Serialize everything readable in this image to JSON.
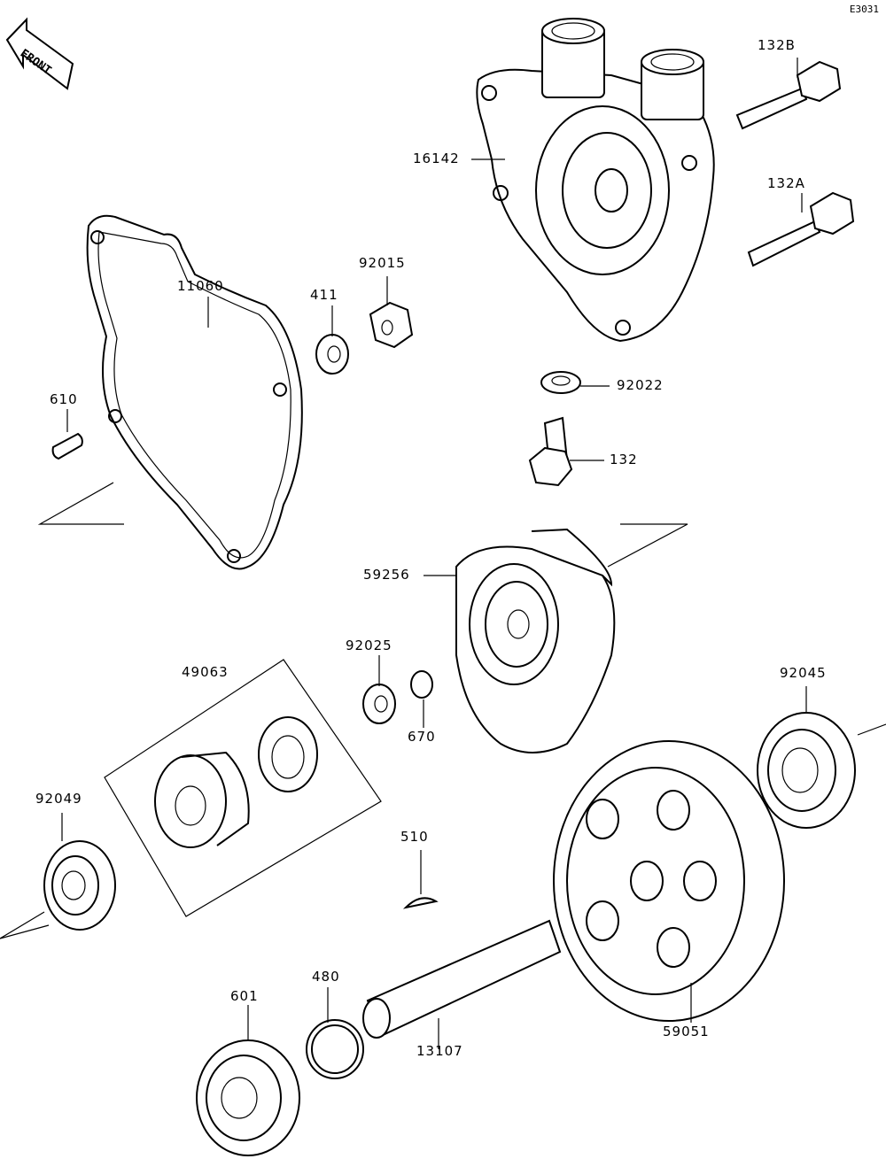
{
  "diagram": {
    "code": "E3031",
    "front_label": "FRONT",
    "parts": [
      {
        "id": "132B",
        "label": "132B"
      },
      {
        "id": "16142",
        "label": "16142"
      },
      {
        "id": "132A",
        "label": "132A"
      },
      {
        "id": "92015",
        "label": "92015"
      },
      {
        "id": "11060",
        "label": "11060"
      },
      {
        "id": "411",
        "label": "411"
      },
      {
        "id": "610",
        "label": "610"
      },
      {
        "id": "92022",
        "label": "92022"
      },
      {
        "id": "132",
        "label": "132"
      },
      {
        "id": "59256",
        "label": "59256"
      },
      {
        "id": "92025",
        "label": "92025"
      },
      {
        "id": "49063",
        "label": "49063"
      },
      {
        "id": "92045",
        "label": "92045"
      },
      {
        "id": "670",
        "label": "670"
      },
      {
        "id": "92049",
        "label": "92049"
      },
      {
        "id": "510",
        "label": "510"
      },
      {
        "id": "480",
        "label": "480"
      },
      {
        "id": "601",
        "label": "601"
      },
      {
        "id": "13107",
        "label": "13107"
      },
      {
        "id": "59051",
        "label": "59051"
      }
    ]
  }
}
